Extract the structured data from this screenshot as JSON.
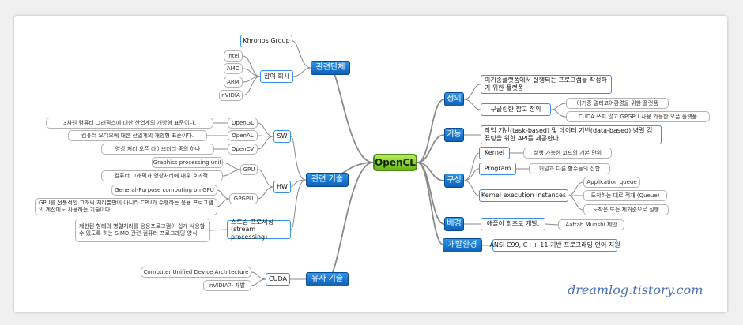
{
  "root": "OpenCL",
  "watermark": "dreamlog.tistory.com",
  "colors": {
    "branch": "#7f7f7f",
    "sub_border": "#3a92e8",
    "main_fill": "#1770cc",
    "root_fill": "#8dd12f"
  },
  "groups": {
    "label": "관련단체",
    "khronos": "Khronos Group",
    "members_label": "참여 회사",
    "members": [
      "Intel",
      "AMD",
      "ARM",
      "nVIDIA"
    ]
  },
  "tech": {
    "label": "관련 기술",
    "sw": {
      "label": "SW",
      "items": [
        {
          "name": "OpenGL",
          "desc": "3차원 컴퓨터 그래픽스에 대한 산업계의 개방형 표준이다."
        },
        {
          "name": "OpenAL",
          "desc": "컴퓨터 오디오에 대한 산업계의 개방형 표준이다."
        },
        {
          "name": "OpenCV",
          "desc": "영상 처리 오픈 라이브러리 중의 하나"
        }
      ]
    },
    "hw": {
      "label": "HW",
      "gpu": {
        "name": "GPU",
        "items": [
          "Graphics processing unit",
          "컴퓨터 그래픽과 영상처리에 매우 효과적."
        ]
      },
      "gpgpu": {
        "name": "GPGPU",
        "items": [
          "General-Purpose computing on GPU",
          "GPU를 전통적인 그래픽 처리뿐만이 아니라 CPU가 수행하는 응용 프로그램의 계산에도 사용하는 기술이다."
        ]
      }
    },
    "stream": {
      "label": "스트림 프로세싱 (stream processing)",
      "desc": "제한된 형태의 병렬처리를 응용프로그램이 쉽게 사용할 수 있도록 하는 SIMD 관련 컴퓨터 프로그래밍 양식."
    }
  },
  "similar": {
    "label": "유사 기술",
    "cuda": {
      "label": "CUDA",
      "items": [
        "Computer Unified Device Architecture",
        "nVIDIA가 개발"
      ]
    }
  },
  "definition": {
    "label": "정의",
    "text": "이기종플랫폼에서 실행되는 프로그램을 작성하기 위한 플랫폼",
    "ref": {
      "label": "구글링한   참고 정의",
      "items": [
        "이기종 멀티코어환경을 위한 플랫폼",
        "CUDA 쓰지 않고 GPGPU 사용 가능한 오픈 플랫폼"
      ]
    }
  },
  "feature": {
    "label": "기능",
    "text": "작업 기반(task-based) 및 데이터 기반(data-based) 병렬 컴퓨팅을 위한 API를 제공한다."
  },
  "structure": {
    "label": "구성",
    "kernel": {
      "label": "Kernel",
      "desc": "실행 가능한 코드의 기본 단위"
    },
    "program": {
      "label": "Program",
      "desc": "커널과 다른 함수들의 집합"
    },
    "exec": {
      "label": "Kernel execution instances",
      "items": [
        "Application queue",
        "도착하는 대로 적재 (Queue)",
        "도착은 또는 제거순으로 실행"
      ]
    }
  },
  "background": {
    "label": "배경",
    "text": "애플이 최초로 개발.",
    "sub": "Aaftab Munshi 제안"
  },
  "env": {
    "label": "개발환경",
    "text": "ANSI C99, C++ 11 기반 프로그래밍 언어 지원"
  }
}
